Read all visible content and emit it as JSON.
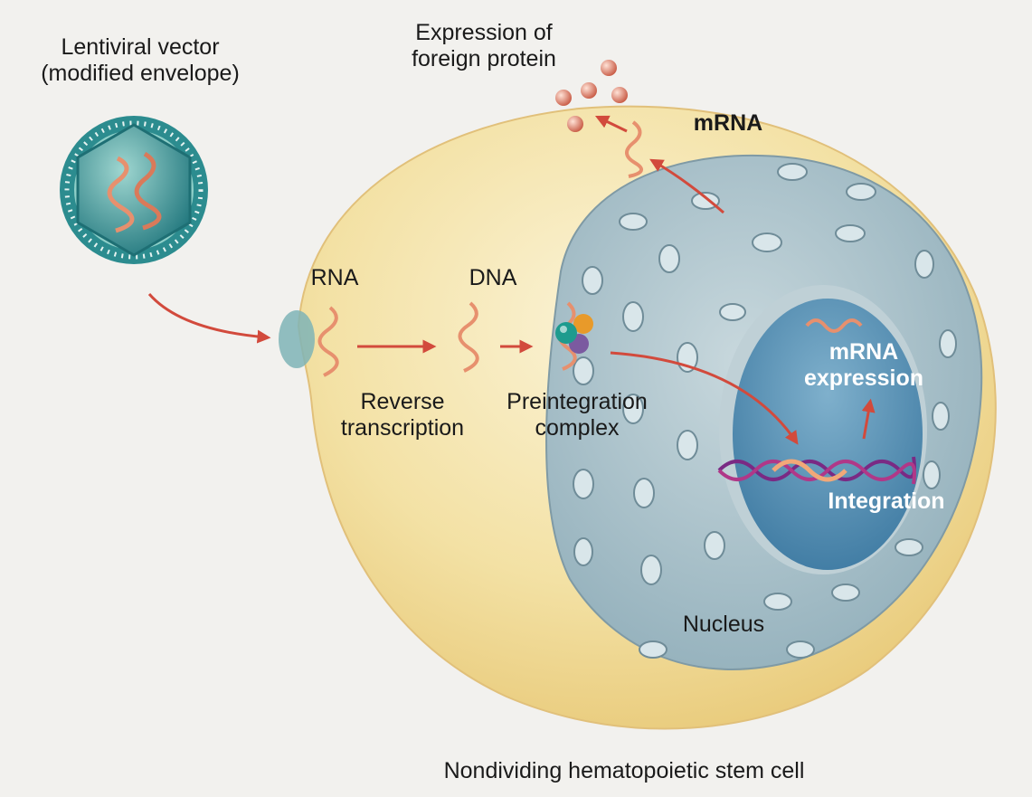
{
  "labels": {
    "vector_line1": "Lentiviral vector",
    "vector_line2": "(modified envelope)",
    "expression_line1": "Expression of",
    "expression_line2": "foreign protein",
    "mrna": "mRNA",
    "rna": "RNA",
    "dna": "DNA",
    "reverse_line1": "Reverse",
    "reverse_line2": "transcription",
    "preint_line1": "Preintegration",
    "preint_line2": "complex",
    "mrna_expr_line1": "mRNA",
    "mrna_expr_line2": "expression",
    "integration": "Integration",
    "nucleus": "Nucleus",
    "cell": "Nondividing hematopoietic stem cell"
  },
  "colors": {
    "background": "#f2f1ee",
    "cytoplasm": "#f2dfa0",
    "nucleus": "#a9c2cc",
    "nucleoplasm": "#4f8cb0",
    "virus_core": "#2f8a8e",
    "arrow": "#d24a3c",
    "rna_strand": "#e7906e",
    "protein": "#d9725c"
  }
}
